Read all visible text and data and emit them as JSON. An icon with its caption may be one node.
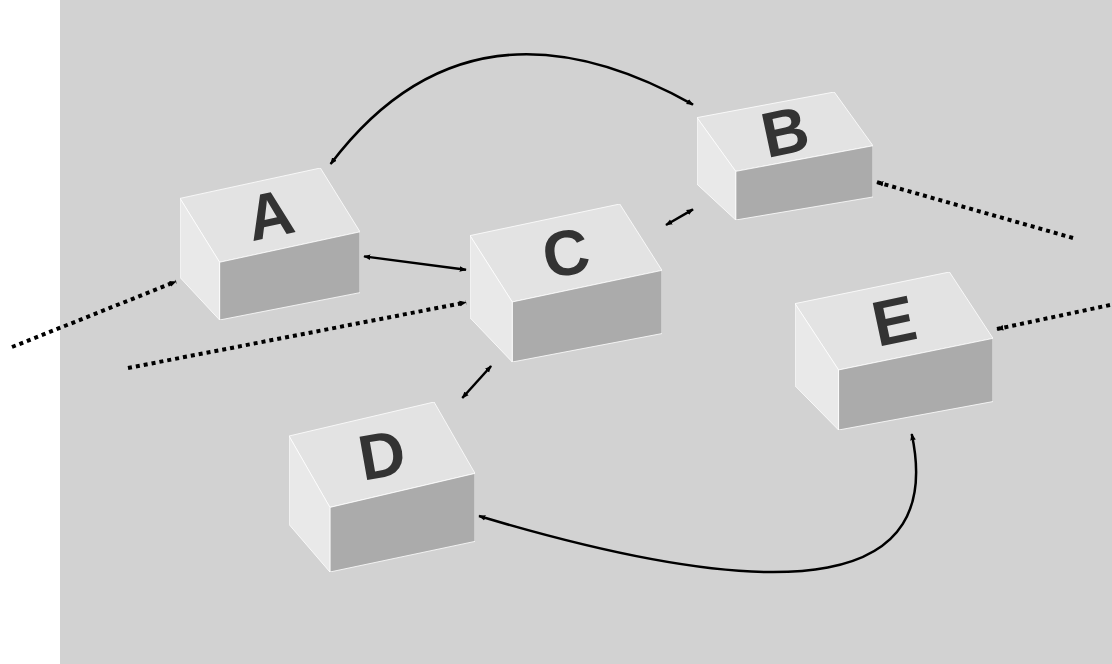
{
  "diagram": {
    "nodes": [
      {
        "text": [
          "A"
        ]
      },
      {
        "text": [
          "B"
        ]
      },
      {
        "text": [
          "C"
        ]
      },
      {
        "text": [
          "D"
        ]
      },
      {
        "text": [
          "E"
        ]
      }
    ],
    "edges": [
      {
        "from": 0,
        "to": 1,
        "arrow": "both"
      },
      {
        "from": 0,
        "to": 2,
        "arrow": "both"
      },
      {
        "from": 1,
        "to": 2,
        "arrow": "both"
      },
      {
        "from": 2,
        "to": 3,
        "arrow": "both"
      },
      {
        "from": 3,
        "to": 4,
        "arrow": "both"
      },
      {
        "from": null,
        "to": 0,
        "arrow": "to",
        "style": "dashed"
      },
      {
        "from": null,
        "to": 2,
        "arrow": "to",
        "style": "dashed"
      },
      {
        "from": null,
        "to": 1,
        "arrow": "to",
        "style": "dashed"
      },
      {
        "from": null,
        "to": 4,
        "arrow": "to",
        "style": "dashed"
      }
    ]
  }
}
